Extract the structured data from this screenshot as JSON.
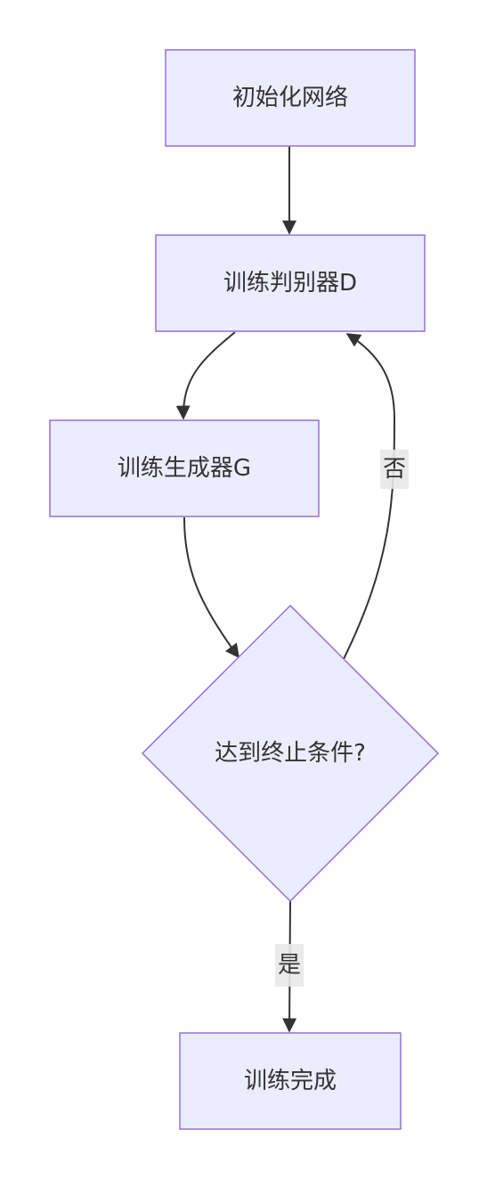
{
  "colors": {
    "node_fill": "#ECECFF",
    "node_stroke": "#9370DB",
    "edge": "#333333",
    "label_bg": "#e8e8e8",
    "text": "#333333"
  },
  "nodes": {
    "init": {
      "label": "初始化网络"
    },
    "train_d": {
      "label": "训练判别器D"
    },
    "train_g": {
      "label": "训练生成器G"
    },
    "check": {
      "label": "达到终止条件?"
    },
    "done": {
      "label": "训练完成"
    }
  },
  "edges": {
    "no_label": "否",
    "yes_label": "是"
  }
}
